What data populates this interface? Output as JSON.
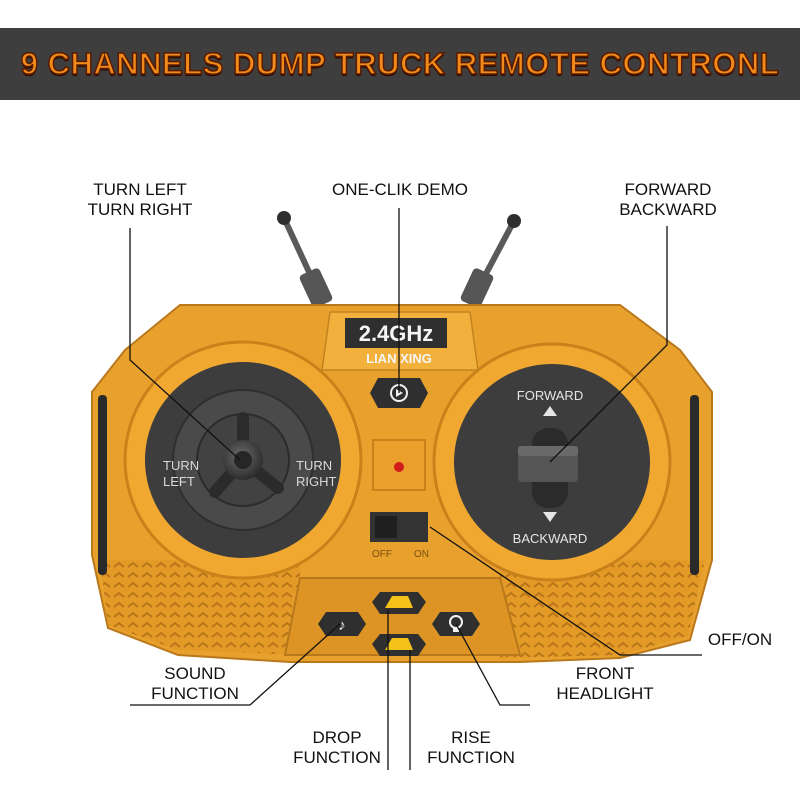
{
  "banner": {
    "title": "9 CHANNELS DUMP TRUCK REMOTE CONTRONL"
  },
  "remote": {
    "frequency": "2.4GHz",
    "brand": "LIAN XING",
    "stick_left_label_l": "TURN LEFT",
    "stick_left_label_r": "TURN RIGHT",
    "forward_label": "FORWARD",
    "backward_label": "BACKWARD",
    "switch_off_label": "OFF",
    "switch_on_label": "ON"
  },
  "callouts": {
    "turn": [
      "TURN LEFT",
      "TURN RIGHT"
    ],
    "demo": "ONE-CLIK DEMO",
    "forward_backward": [
      "FORWARD",
      "BACKWARD"
    ],
    "off_on": "OFF/ON",
    "sound": [
      "SOUND",
      "FUNCTION"
    ],
    "headlight": [
      "FRONT",
      "HEADLIGHT"
    ],
    "drop": [
      "DROP",
      "FUNCTION"
    ],
    "rise": [
      "RISE",
      "FUNCTION"
    ]
  },
  "colors": {
    "body": "#e9a12e",
    "body_dark": "#c9821a",
    "panel": "#4a4a4a",
    "banner": "#3e3e3e",
    "title": "#f08a1a"
  },
  "icons": {
    "demo_button": "gear-play-icon",
    "sound_button": "music-note-icon",
    "headlight_button": "lightbulb-icon",
    "drop_button": "dump-truck-icon",
    "rise_button": "dump-truck-icon"
  }
}
